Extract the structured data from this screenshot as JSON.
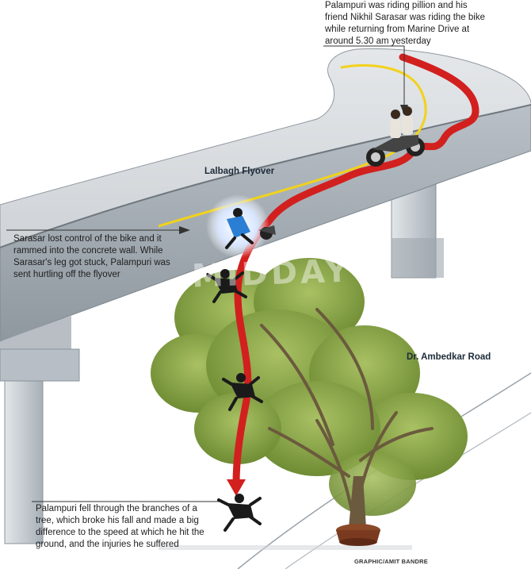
{
  "captions": {
    "top": "Palampuri was riding pillion and his\nfriend Nikhil Sarasar was riding the bike\nwhile returning from Marine Drive at\naround 5.30 am yesterday",
    "middle": "Sarasar lost control of the bike and it\nrammed into the concrete wall. While\nSarasar's leg got stuck, Palampuri was\nsent hurtling off the flyover",
    "bottom": "Palampuri fell through the branches of a\ntree, which broke his fall and made a big\ndifference to the speed at which he hit the\nground, and the injuries he suffered"
  },
  "labels": {
    "flyover": "Lalbagh Flyover",
    "road": "Dr. Ambedkar Road"
  },
  "credit": "GRAPHIC/AMIT BANDRE",
  "watermark": "MIDDAY",
  "colors": {
    "road_surface": "#d3d6d9",
    "road_side": "#a9b0b7",
    "pillar": "#c3c9cf",
    "trail": "#d2201f",
    "center_line": "#f2d21b",
    "tree_foliage": "#8aa64a",
    "trunk": "#6b5a3e",
    "pot": "#7a3a20",
    "figure": "#1a1a1a",
    "rider_shirt": "#2a7fd4"
  }
}
